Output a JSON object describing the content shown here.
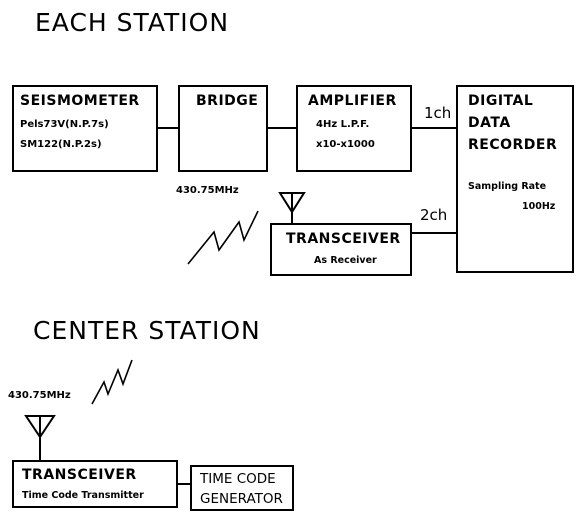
{
  "each_station": {
    "title": "EACH STATION",
    "seismometer": {
      "title": "SEISMOMETER",
      "line1": "Pels73V(N.P.7s)",
      "line2": "SM122(N.P.2s)"
    },
    "bridge": {
      "title": "BRIDGE"
    },
    "amplifier": {
      "title": "AMPLIFIER",
      "line1": "4Hz  L.P.F.",
      "line2": "x10-x1000"
    },
    "recorder": {
      "line1": "DIGITAL",
      "line2": "DATA",
      "line3": "RECORDER",
      "rate_label": "Sampling Rate",
      "rate_value": "100Hz"
    },
    "ch1_label": "1ch",
    "ch2_label": "2ch",
    "frequency": "430.75MHz",
    "transceiver": {
      "title": "TRANSCEIVER",
      "subtitle": "As Receiver"
    }
  },
  "center_station": {
    "title": "CENTER STATION",
    "frequency": "430.75MHz",
    "transceiver": {
      "title": "TRANSCEIVER",
      "subtitle": "Time Code Transmitter"
    },
    "time_code": {
      "line1": "TIME CODE",
      "line2": "GENERATOR"
    }
  },
  "colors": {
    "ink": "#000000",
    "background": "#ffffff"
  },
  "icons": [
    "antenna-icon",
    "radio-wave-icon"
  ]
}
